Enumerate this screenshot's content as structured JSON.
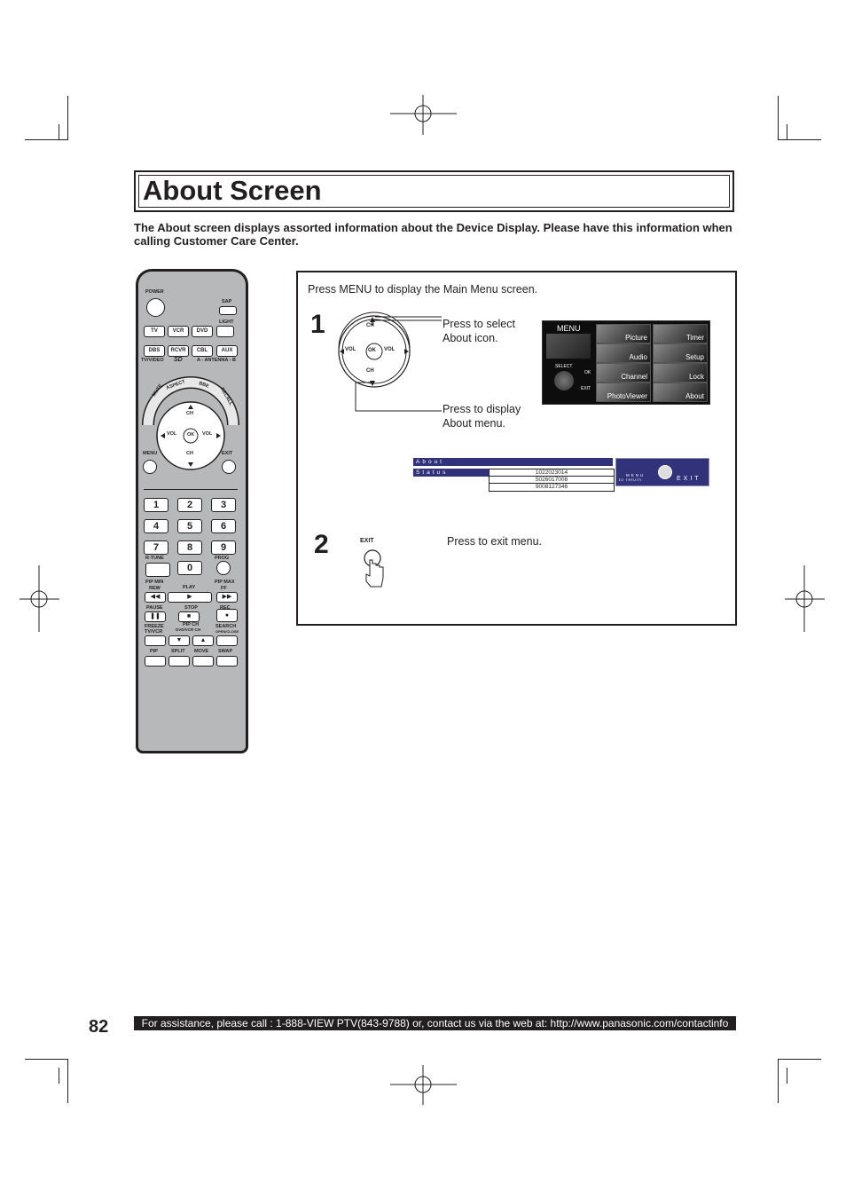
{
  "page": {
    "title": "About Screen",
    "intro": "The About screen displays assorted information about the Device Display. Please have this information when calling Customer Care Center.",
    "page_number": "82",
    "footer": "For assistance, please call : 1-888-VIEW PTV(843-9788) or, contact us via the web at: http://www.panasonic.com/contactinfo"
  },
  "remote": {
    "power": "POWER",
    "sap": "SAP",
    "light": "LIGHT",
    "row1": [
      "TV",
      "VCR",
      "DVD"
    ],
    "row2": [
      "DBS",
      "RCVR",
      "CBL",
      "AUX"
    ],
    "tvvideo": "TV/VIDEO",
    "sd": "SD",
    "antenna": "A - ANTENNA - B",
    "arc": [
      "MUTE",
      "ASPECT",
      "BBE",
      "RECALL"
    ],
    "ch": "CH",
    "vol": "VOL",
    "ok": "OK",
    "menu": "MENU",
    "exit": "EXIT",
    "numbers": [
      "1",
      "2",
      "3",
      "4",
      "5",
      "6",
      "7",
      "8",
      "9",
      "0"
    ],
    "rtune": "R-TUNE",
    "prog": "PROG",
    "pip_min": "PIP MIN",
    "pip_max": "PIP MAX",
    "rew": "REW",
    "play": "PLAY",
    "ff": "FF",
    "pause": "PAUSE",
    "stop": "STOP",
    "rec": "REC",
    "freeze": "FREEZE",
    "tvvcr": "TV/VCR",
    "pipch": "PIP CH",
    "dvdvcrch": "DVD/VCR CH",
    "search": "SEARCH",
    "openclose": "OPEN/CLOSE",
    "bottom": [
      "PIP",
      "SPLIT",
      "MOVE",
      "SWAP"
    ]
  },
  "steps": {
    "intro": "Press MENU to display the Main Menu screen.",
    "step1": "1",
    "step2": "2",
    "select1": "Press to select",
    "select2": "About icon.",
    "display1": "Press to display",
    "display2": "About menu.",
    "exit_label": "EXIT",
    "exit_text": "Press to exit menu."
  },
  "dial": {
    "ch": "CH",
    "vol": "VOL",
    "ok": "OK"
  },
  "menu_screen": {
    "title": "MENU",
    "select": "SELECT",
    "ok": "OK",
    "exit": "EXIT",
    "tiles": [
      "Picture",
      "Timer",
      "Audio",
      "Setup",
      "Channel",
      "Lock",
      "PhotoViewer",
      "About"
    ]
  },
  "about_screen": {
    "header": "About",
    "status": "Status",
    "values": [
      "1022023014",
      "5026017008",
      "9008127346"
    ],
    "menu": "MENU",
    "to_return": "to return",
    "exit": "EXIT"
  }
}
